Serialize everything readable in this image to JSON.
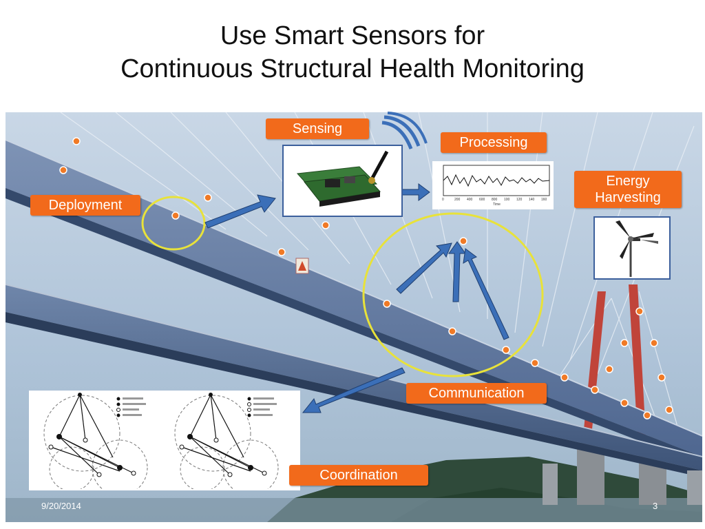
{
  "slide": {
    "title_line1": "Use Smart Sensors for",
    "title_line2": "Continuous Structural Health Monitoring",
    "date": "9/20/2014",
    "page_number": "3"
  },
  "labels": {
    "sensing": "Sensing",
    "processing": "Processing",
    "energy_line1": "Energy",
    "energy_line2": "Harvesting",
    "deployment": "Deployment",
    "communication": "Communication",
    "coordination": "Coordination"
  },
  "colors": {
    "label_bg": "#f26a1b",
    "arrow": "#3b6fb8",
    "circle": "#e8e23a",
    "sensor_dot": "#f07a26"
  },
  "icons": {
    "wireless": "wireless-signal-icon",
    "turbine": "wind-turbine-icon",
    "sensor_board": "sensor-board-icon"
  }
}
